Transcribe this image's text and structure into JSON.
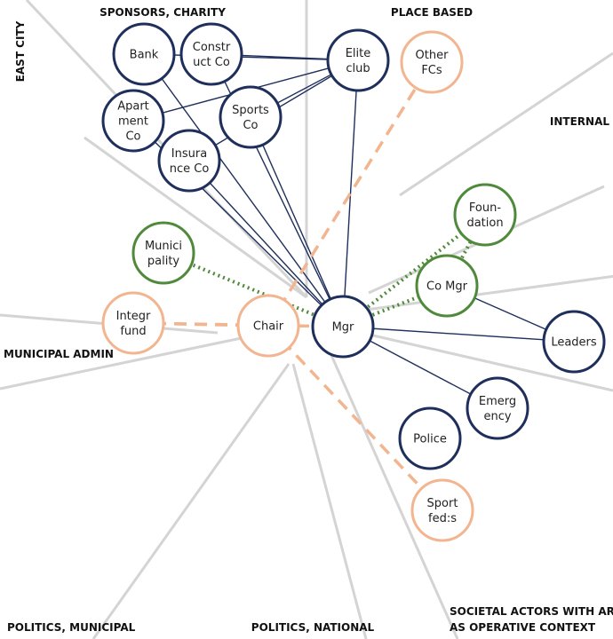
{
  "colors": {
    "navy": "#1f2f5c",
    "green": "#4f8a3b",
    "peach": "#f2b58f",
    "divider": "#d4d4d4"
  },
  "sectors": [
    {
      "id": "east-city",
      "label": "EAST CITY"
    },
    {
      "id": "sponsors",
      "label": "SPONSORS, CHARITY"
    },
    {
      "id": "place-based",
      "label": "PLACE BASED"
    },
    {
      "id": "internal",
      "label": "INTERNAL"
    },
    {
      "id": "municipal-admin",
      "label": "MUNICIPAL ADMIN"
    },
    {
      "id": "politics-municipal",
      "label": "POLITICS, MUNICIPAL"
    },
    {
      "id": "politics-national",
      "label": "POLITICS, NATIONAL"
    },
    {
      "id": "societal-1",
      "label": "SOCIETAL ACTORS WITH AREA"
    },
    {
      "id": "societal-2",
      "label": "AS OPERATIVE CONTEXT"
    }
  ],
  "nodes": [
    {
      "id": "bank",
      "lines": [
        "Bank"
      ],
      "kind": "navy"
    },
    {
      "id": "construct",
      "lines": [
        "Constr",
        "uct Co"
      ],
      "kind": "navy"
    },
    {
      "id": "elite",
      "lines": [
        "Elite",
        "club"
      ],
      "kind": "navy"
    },
    {
      "id": "otherfcs",
      "lines": [
        "Other",
        "FCs"
      ],
      "kind": "peach"
    },
    {
      "id": "apartment",
      "lines": [
        "Apart",
        "ment",
        "Co"
      ],
      "kind": "navy"
    },
    {
      "id": "sports",
      "lines": [
        "Sports",
        "Co"
      ],
      "kind": "navy"
    },
    {
      "id": "insurance",
      "lines": [
        "Insura",
        "nce Co"
      ],
      "kind": "navy"
    },
    {
      "id": "foundation",
      "lines": [
        "Foun-",
        "dation"
      ],
      "kind": "green"
    },
    {
      "id": "municipality",
      "lines": [
        "Munici",
        "pality"
      ],
      "kind": "green"
    },
    {
      "id": "comgr",
      "lines": [
        "Co Mgr"
      ],
      "kind": "green"
    },
    {
      "id": "integr",
      "lines": [
        "Integr",
        "fund"
      ],
      "kind": "peach"
    },
    {
      "id": "chair",
      "lines": [
        "Chair"
      ],
      "kind": "peach"
    },
    {
      "id": "mgr",
      "lines": [
        "Mgr"
      ],
      "kind": "navy"
    },
    {
      "id": "leaders",
      "lines": [
        "Leaders"
      ],
      "kind": "navy"
    },
    {
      "id": "emergency",
      "lines": [
        "Emerg",
        "ency"
      ],
      "kind": "navy"
    },
    {
      "id": "police",
      "lines": [
        "Police"
      ],
      "kind": "navy"
    },
    {
      "id": "sportfeds",
      "lines": [
        "Sport",
        "fed:s"
      ],
      "kind": "peach"
    }
  ],
  "edges": [
    {
      "from": "mgr",
      "to": "bank",
      "style": "solid"
    },
    {
      "from": "mgr",
      "to": "construct",
      "style": "solid"
    },
    {
      "from": "mgr",
      "to": "apartment",
      "style": "solid"
    },
    {
      "from": "mgr",
      "to": "sports",
      "style": "solid"
    },
    {
      "from": "mgr",
      "to": "insurance",
      "style": "solid"
    },
    {
      "from": "mgr",
      "to": "elite",
      "style": "solid"
    },
    {
      "from": "elite",
      "to": "bank",
      "style": "solid"
    },
    {
      "from": "elite",
      "to": "construct",
      "style": "solid"
    },
    {
      "from": "elite",
      "to": "apartment",
      "style": "solid"
    },
    {
      "from": "elite",
      "to": "sports",
      "style": "solid"
    },
    {
      "from": "elite",
      "to": "insurance",
      "style": "solid"
    },
    {
      "from": "mgr",
      "to": "leaders",
      "style": "solid"
    },
    {
      "from": "comgr",
      "to": "leaders",
      "style": "solid"
    },
    {
      "from": "mgr",
      "to": "emergency",
      "style": "solid"
    },
    {
      "from": "mgr",
      "to": "comgr",
      "style": "dotted"
    },
    {
      "from": "mgr",
      "to": "foundation",
      "style": "dotted"
    },
    {
      "from": "mgr",
      "to": "municipality",
      "style": "dotted"
    },
    {
      "from": "comgr",
      "to": "foundation",
      "style": "dotted"
    },
    {
      "from": "chair",
      "to": "otherfcs",
      "style": "dashed"
    },
    {
      "from": "chair",
      "to": "integr",
      "style": "dashed"
    },
    {
      "from": "chair",
      "to": "sportfeds",
      "style": "dashed"
    },
    {
      "from": "integr",
      "to": "mgr",
      "style": "dashed"
    }
  ]
}
